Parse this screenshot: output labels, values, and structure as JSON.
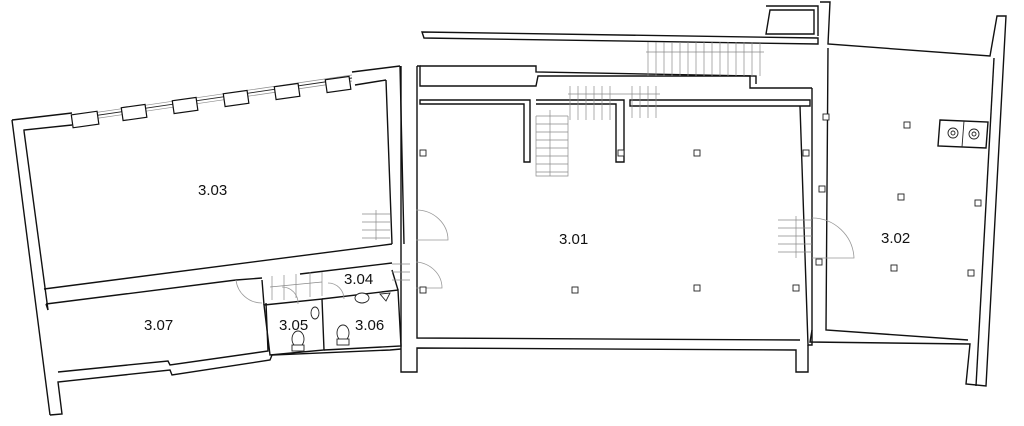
{
  "rooms": [
    {
      "id": "r301",
      "label": "3.01"
    },
    {
      "id": "r302",
      "label": "3.02"
    },
    {
      "id": "r303",
      "label": "3.03"
    },
    {
      "id": "r304",
      "label": "3.04"
    },
    {
      "id": "r305",
      "label": "3.05"
    },
    {
      "id": "r306",
      "label": "3.06"
    },
    {
      "id": "r307",
      "label": "3.07"
    }
  ]
}
